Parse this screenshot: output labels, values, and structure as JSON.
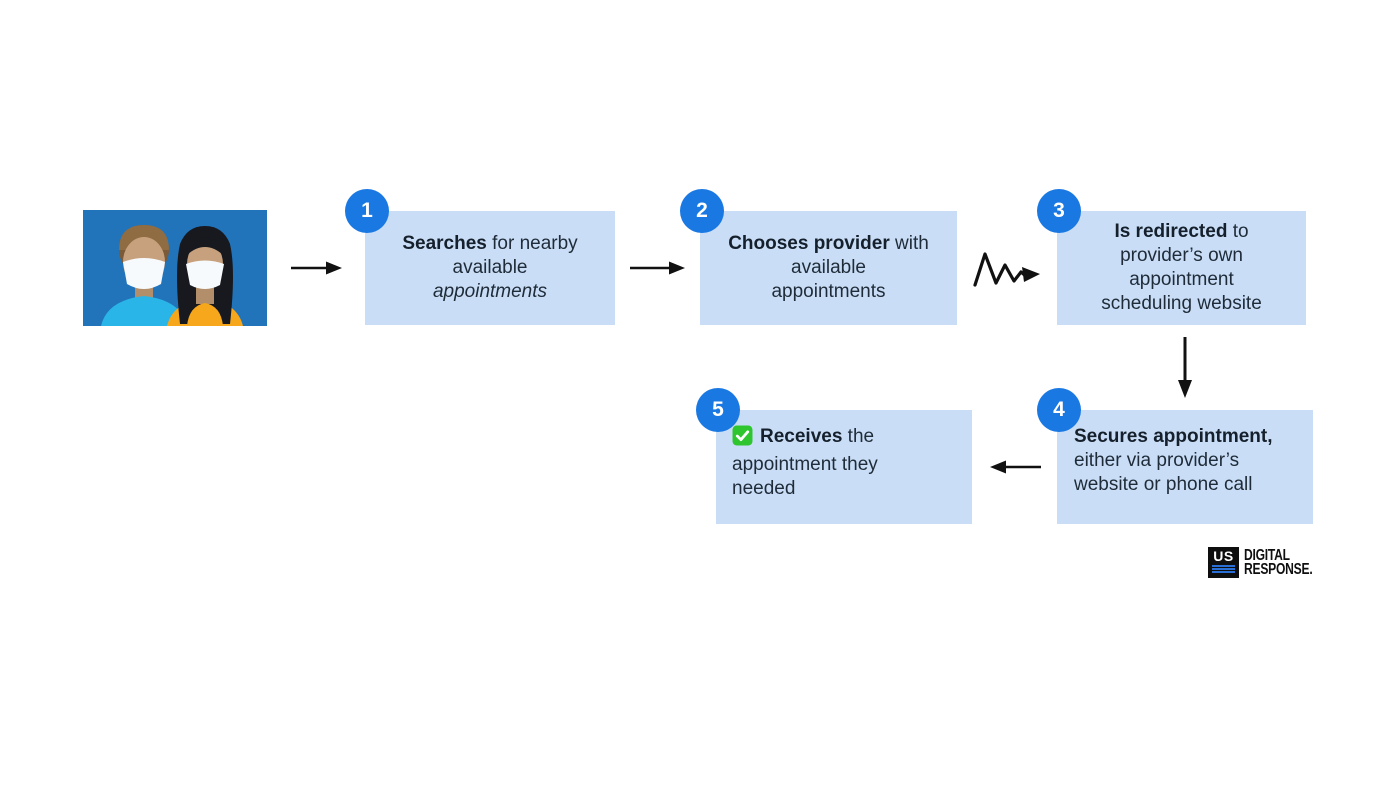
{
  "diagram": {
    "subject": "patient appointment scheduling flow",
    "colors": {
      "badge_blue": "#1a78e2",
      "box_fill": "#c9def6",
      "text_dark": "#1f2b38",
      "arrow_black": "#111111",
      "illustration_background": "#2173ba",
      "male_shirt_cyan": "#2ab5e8",
      "female_shirt_orange": "#f6a71b",
      "check_green": "#2ec52e",
      "logo_stripe_blue": "#2a6fd6"
    },
    "icons": {
      "illustration": "two-masked-people-icon",
      "between_start_and_1": "right-arrow-icon",
      "between_1_and_2": "right-arrow-icon",
      "between_2_and_3": "squiggle-arrow-icon",
      "between_3_and_4": "down-arrow-icon",
      "between_4_and_5": "left-arrow-icon",
      "in_step_5": "check-icon"
    }
  },
  "steps": [
    {
      "number": "1",
      "lines": [
        {
          "bold": "Searches",
          "normal": " for nearby"
        },
        {
          "normal": "available"
        },
        {
          "italic": "appointments"
        }
      ]
    },
    {
      "number": "2",
      "lines": [
        {
          "bold": "Chooses provider",
          "normal": " with"
        },
        {
          "normal": "available"
        },
        {
          "normal": "appointments"
        }
      ]
    },
    {
      "number": "3",
      "lines": [
        {
          "bold": "Is redirected",
          "normal": " to"
        },
        {
          "normal": "provider’s own"
        },
        {
          "normal": "appointment"
        },
        {
          "normal": "scheduling website"
        }
      ]
    },
    {
      "number": "4",
      "lines": [
        {
          "bold": "Secures appointment,"
        },
        {
          "normal": "either via provider’s"
        },
        {
          "normal": "website or phone call"
        }
      ]
    },
    {
      "number": "5",
      "lines": [
        {
          "bold": "Receives",
          "normal": " the"
        },
        {
          "normal": "appointment they"
        },
        {
          "normal": "needed"
        }
      ]
    }
  ],
  "logo": {
    "us": "US",
    "line1": "DIGITAL",
    "line2": "RESPONSE."
  }
}
